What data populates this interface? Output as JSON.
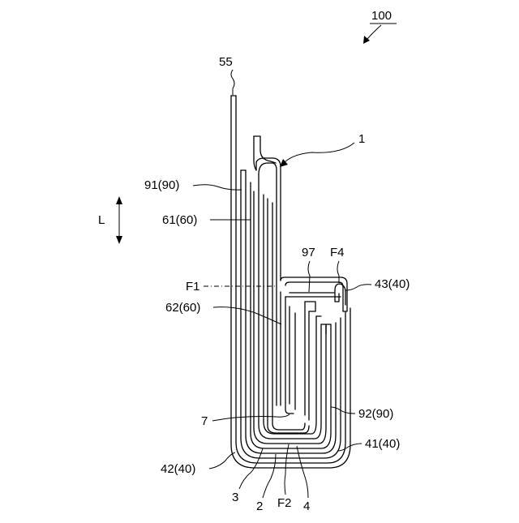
{
  "figure_ref": "100",
  "labels": {
    "l55": "55",
    "l1": "1",
    "l91": "91(90)",
    "lL": "L",
    "l61": "61(60)",
    "l97": "97",
    "lF4": "F4",
    "l43": "43(40)",
    "lF1": "F1",
    "l62": "62(60)",
    "l92": "92(90)",
    "l7": "7",
    "l41": "41(40)",
    "l42": "42(40)",
    "l3": "3",
    "l2": "2",
    "lF2": "F2",
    "l4": "4"
  }
}
